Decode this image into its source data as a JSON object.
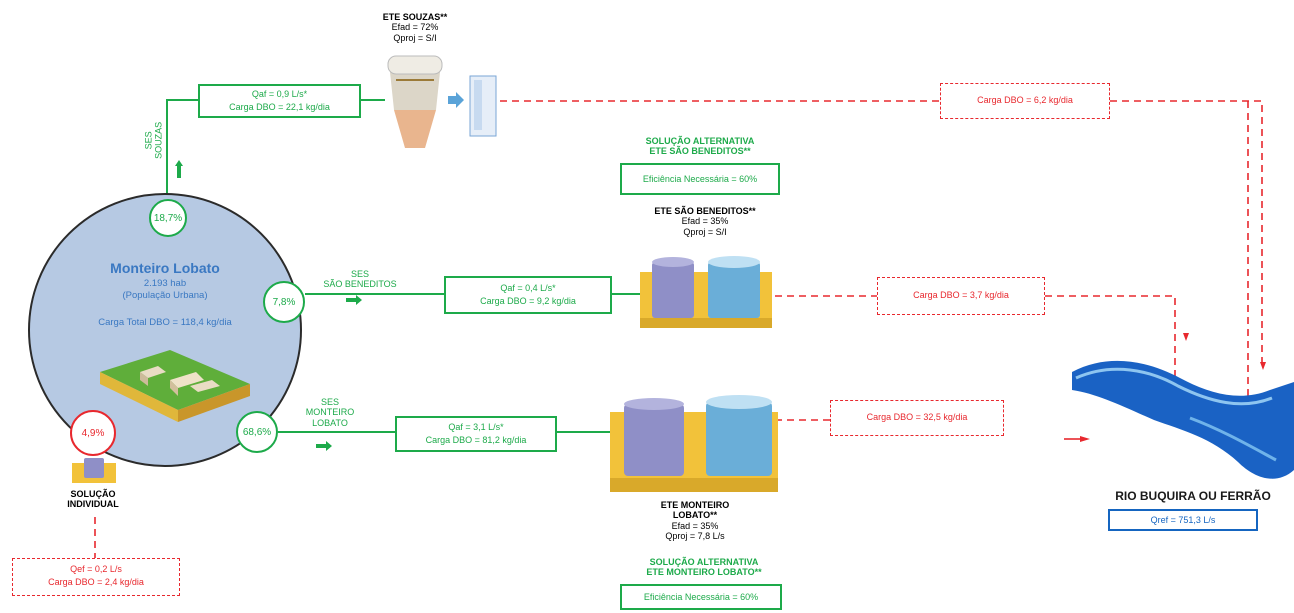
{
  "city": {
    "name": "Monteiro Lobato",
    "population": "2.193 hab",
    "population_note": "(População Urbana)",
    "total_load": "Carga Total DBO = 118,4 kg/dia"
  },
  "percentages": {
    "souzas": "18,7%",
    "sao_beneditos": "7,8%",
    "monteiro_lobato": "68,6%",
    "individual": "4,9%"
  },
  "ses_labels": {
    "souzas": [
      "SES",
      "SOUZAS"
    ],
    "sao_beneditos": [
      "SES",
      "SÃO BENEDITOS"
    ],
    "monteiro_lobato": [
      "SES",
      "MONTEIRO",
      "LOBATO"
    ]
  },
  "flows": {
    "souzas": {
      "qaf": "Qaf = 0,9 L/s*",
      "dbo": "Carga DBO = 22,1 kg/dia"
    },
    "sao_beneditos": {
      "qaf": "Qaf = 0,4 L/s*",
      "dbo": "Carga DBO = 9,2 kg/dia"
    },
    "monteiro_lobato": {
      "qaf": "Qaf = 3,1 L/s*",
      "dbo": "Carga DBO = 81,2 kg/dia"
    },
    "individual": {
      "qef": "Qef = 0,2 L/s",
      "dbo": "Carga DBO = 2,4 kg/dia"
    }
  },
  "outflows": {
    "souzas": "Carga DBO = 6,2 kg/dia",
    "sao_beneditos": "Carga DBO = 3,7 kg/dia",
    "monteiro_lobato": "Carga DBO = 32,5 kg/dia"
  },
  "plants": {
    "souzas": {
      "title": "ETE SOUZAS**",
      "efad": "Efad = 72%",
      "qproj": "Qproj = S/I"
    },
    "sao_beneditos": {
      "title": "ETE SÃO BENEDITOS**",
      "efad": "Efad = 35%",
      "qproj": "Qproj = S/I"
    },
    "monteiro_lobato": {
      "title1": "ETE MONTEIRO",
      "title2": "LOBATO**",
      "efad": "Efad = 35%",
      "qproj": "Qproj = 7,8 L/s"
    }
  },
  "alternatives": {
    "sao_beneditos": {
      "line1": "SOLUÇÃO ALTERNATIVA",
      "line2": "ETE SÃO BENEDITOS**",
      "efficiency": "Eficiência Necessária = 60%"
    },
    "monteiro_lobato": {
      "line1": "SOLUÇÃO ALTERNATIVA",
      "line2": "ETE MONTEIRO LOBATO**",
      "efficiency": "Eficiência Necessária = 60%"
    }
  },
  "individual": {
    "line1": "SOLUÇÃO",
    "line2": "INDIVIDUAL"
  },
  "river": {
    "name": "RIO BUQUIRA OU FERRÃO",
    "qref": "Qref = 751,3 L/s"
  },
  "colors": {
    "green": "#1daa4a",
    "red": "#e8282e",
    "city_fill": "#b6c9e3",
    "city_title": "#3a78c2",
    "river": "#1565c0"
  }
}
